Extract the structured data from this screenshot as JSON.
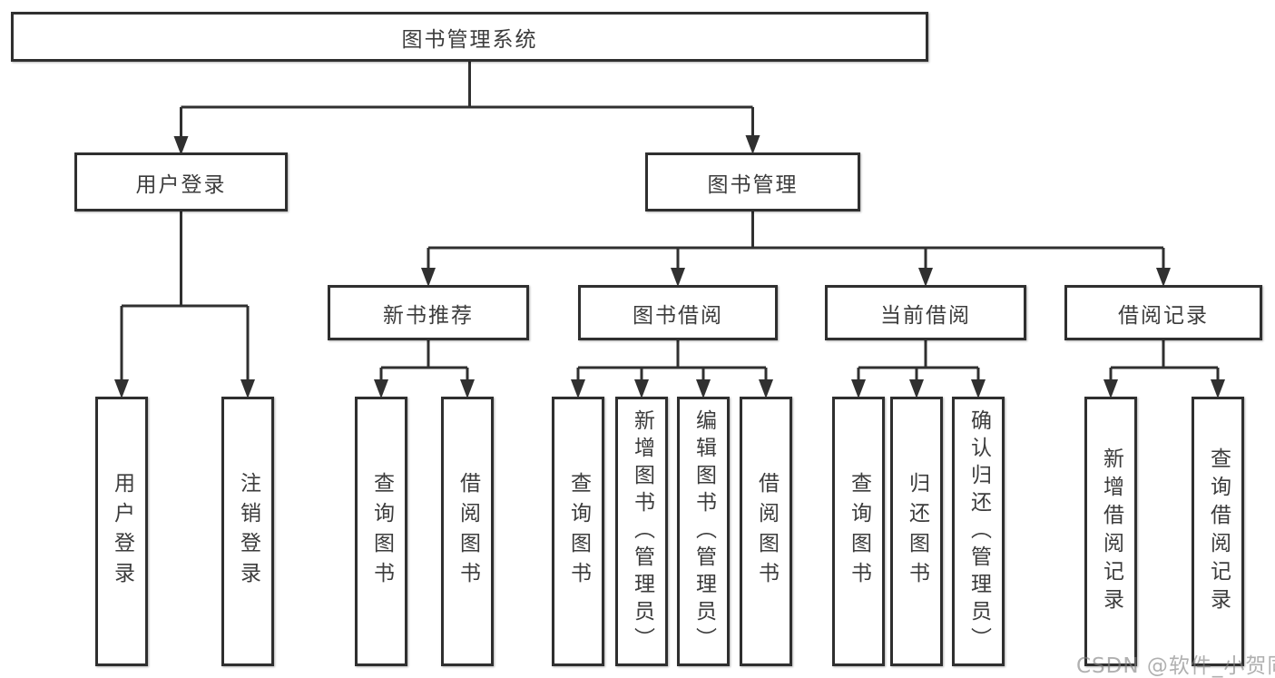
{
  "diagram": {
    "colors": {
      "line": "#303030",
      "border": "#2f2f2f",
      "text": "#3c3c3c",
      "background": "#ffffff",
      "watermark_gray": "#b3b3b3"
    },
    "watermark": "CSDN @软件_小贺同学",
    "nodes": {
      "root": {
        "label": "图书管理系统"
      },
      "user_login": {
        "label": "用户登录"
      },
      "book_mgmt": {
        "label": "图书管理"
      },
      "new_rec": {
        "label": "新书推荐"
      },
      "borrow": {
        "label": "图书借阅"
      },
      "current": {
        "label": "当前借阅"
      },
      "records": {
        "label": "借阅记录"
      },
      "leaf_login": {
        "label": "用户登录"
      },
      "leaf_logout": {
        "label": "注销登录"
      },
      "rec_query": {
        "label": "查询图书"
      },
      "rec_borrow": {
        "label": "借阅图书"
      },
      "bb_query": {
        "label": "查询图书"
      },
      "bb_add": {
        "label": "新增图书（管理员）"
      },
      "bb_edit": {
        "label": "编辑图书（管理员）"
      },
      "bb_borrow": {
        "label": "借阅图书"
      },
      "cb_query": {
        "label": "查询图书"
      },
      "cb_return": {
        "label": "归还图书"
      },
      "cb_confirm": {
        "label": "确认归还（管理员）"
      },
      "br_add": {
        "label": "新增借阅记录"
      },
      "br_query": {
        "label": "查询借阅记录"
      }
    }
  }
}
